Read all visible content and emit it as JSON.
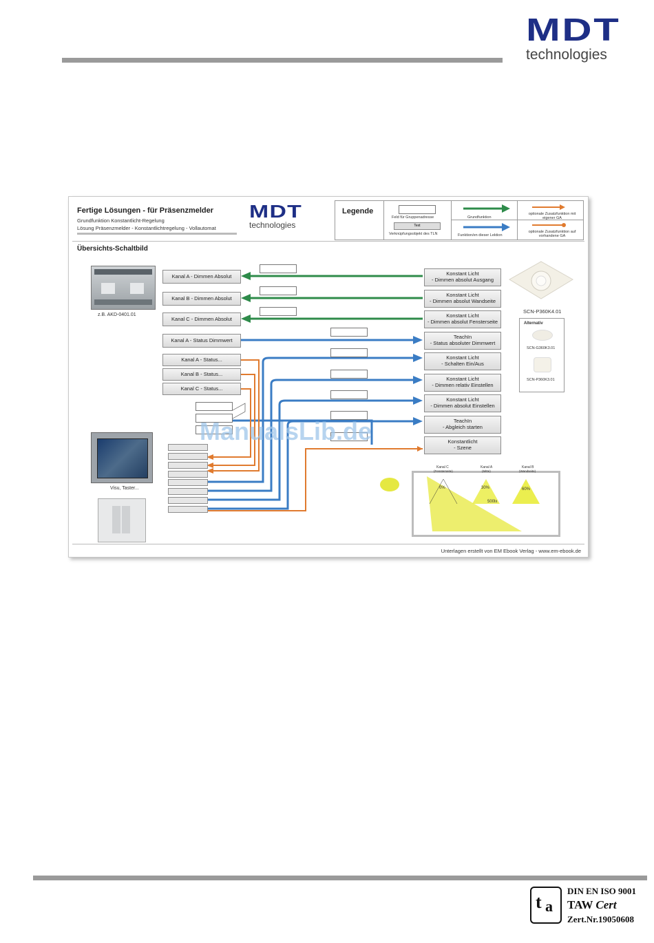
{
  "header": {
    "logo_text": "MDT",
    "logo_sub": "technologies"
  },
  "diagram": {
    "title": "Fertige Lösungen - für Präsenzmelder",
    "subtitle1": "Grundfunktion Konstantlicht-Regelung",
    "subtitle2": "Lösung Präsenzmelder - Konstantlichtregelung - Vollautomat",
    "logo_text": "MDT",
    "logo_sub": "technologies",
    "legend": {
      "title": "Legende",
      "field_label": "Feld für Gruppenadresse",
      "object_box": "Text",
      "object_label": "Verknüpfungsobjekt des TLN",
      "green_label": "Grundfunktion",
      "blue_label": "Funktion/en dieser Lektion",
      "orange1_label": "optionale Zusatzfunktion mit eigener GA",
      "orange2_label": "optionale Zusatzfunktion auf vorhandene GA"
    },
    "section_title": "Übersichts-Schaltbild",
    "actuator_caption": "z.B. AKD-0401.01",
    "visu_caption": "Visu, Taster...",
    "left_boxes": [
      "Kanal A - Dimmen Absolut",
      "Kanal B - Dimmen Absolut",
      "Kanal C - Dimmen Absolut",
      "Kanal A - Status Dimmwert",
      "Kanal A - Status...",
      "Kanal B - Status...",
      "Kanal C - Status..."
    ],
    "right_boxes": [
      "Konstant Licht\n- Dimmen absolut Ausgang",
      "Konstant Licht\n- Dimmen absolut Wandseite",
      "Konstant Licht\n- Dimmen absolut Fensterseite",
      "TeachIn\n- Status absoluter Dimmwert",
      "Konstant Licht\n- Schalten Ein/Aus",
      "Konstant Licht\n- Dimmen relativ Einstellen",
      "Konstant Licht\n- Dimmen absolut Einstellen",
      "TeachIn\n- Abgleich starten",
      "Konstantlicht\n- Szene"
    ],
    "sensor_caption": "SCN-P360K4.01",
    "alt_title": "Alternativ",
    "alt1": "SCN-G360K3.01",
    "alt2": "SCN-P360K3.01",
    "room": {
      "kanal_c": "Kanal C",
      "kanal_c_sub": "(Fensterseite)",
      "kanal_a": "Kanal A",
      "kanal_a_sub": "(Mitte)",
      "kanal_b": "Kanal B",
      "kanal_b_sub": "(Wandseite)",
      "p1": "0%",
      "p2": "30%",
      "p3": "60%",
      "lux": "500lx"
    },
    "footer": "Unterlagen erstellt von EM Ebook Verlag - www.em-ebook.de",
    "watermark": "ManualsLib.de",
    "colors": {
      "green": "#2e8b4a",
      "blue": "#3a7cc4",
      "orange": "#e07a2e",
      "navy": "#1e2f86"
    }
  },
  "cert": {
    "line1": "DIN EN ISO 9001",
    "line2a": "TAW ",
    "line2b": "Cert",
    "line3": "Zert.Nr.19050608"
  }
}
